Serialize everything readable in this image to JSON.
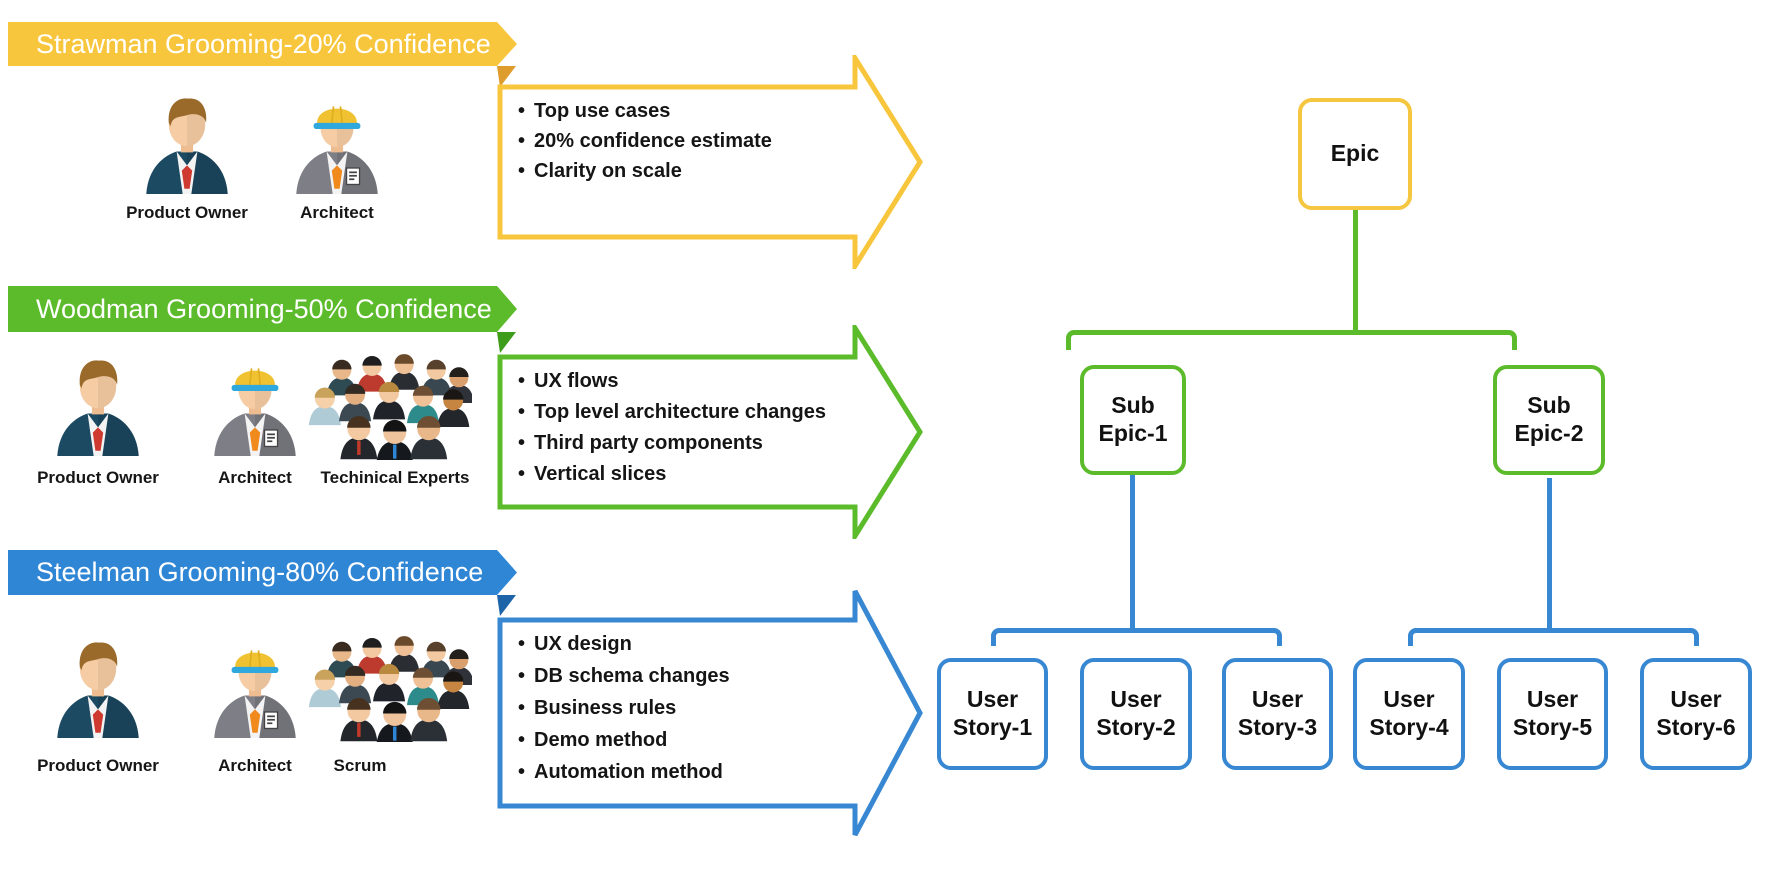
{
  "colors": {
    "yellow": "#F8C63D",
    "green": "#5CBB2B",
    "blue": "#2F86D5"
  },
  "sections": [
    {
      "banner": "Strawman Grooming-20% Confidence",
      "people": [
        {
          "label": "Product Owner"
        },
        {
          "label": "Architect"
        }
      ],
      "bullets": [
        "Top use cases",
        "20% confidence estimate",
        "Clarity on scale"
      ]
    },
    {
      "banner": "Woodman Grooming-50% Confidence",
      "people": [
        {
          "label": "Product Owner"
        },
        {
          "label": "Architect"
        },
        {
          "label": "Techinical Experts"
        }
      ],
      "bullets": [
        "UX flows",
        "Top level architecture changes",
        "Third party components",
        "Vertical slices"
      ]
    },
    {
      "banner": "Steelman Grooming-80% Confidence",
      "people": [
        {
          "label": "Product Owner"
        },
        {
          "label": "Architect"
        },
        {
          "label": "Scrum"
        }
      ],
      "bullets": [
        "UX design",
        "DB schema changes",
        "Business rules",
        "Demo method",
        "Automation method"
      ]
    }
  ],
  "tree": {
    "epic": {
      "label": "Epic"
    },
    "sub_epics": [
      {
        "label": "Sub\nEpic-1"
      },
      {
        "label": "Sub\nEpic-2"
      }
    ],
    "user_stories": [
      {
        "label": "User\nStory-1"
      },
      {
        "label": "User\nStory-2"
      },
      {
        "label": "User\nStory-3"
      },
      {
        "label": "User\nStory-4"
      },
      {
        "label": "User\nStory-5"
      },
      {
        "label": "User\nStory-6"
      }
    ]
  }
}
